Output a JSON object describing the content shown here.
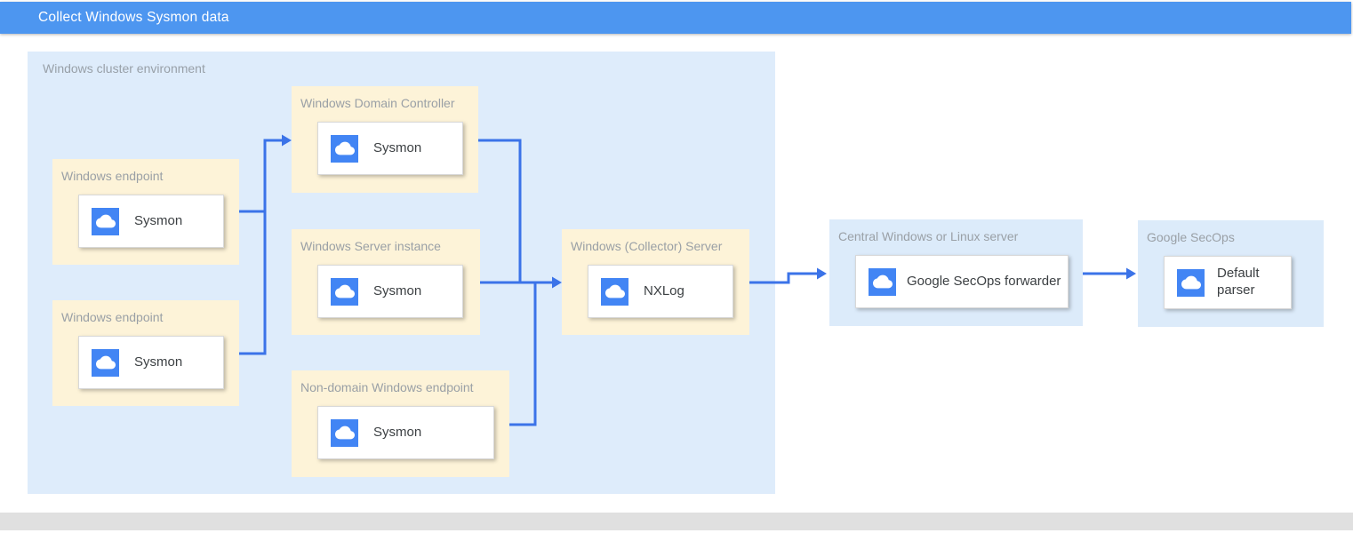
{
  "header": {
    "title": "Collect Windows Sysmon data"
  },
  "cluster": {
    "label": "Windows cluster environment"
  },
  "nodes": {
    "endpoint1": {
      "label": "Windows endpoint",
      "card": "Sysmon"
    },
    "endpoint2": {
      "label": "Windows endpoint",
      "card": "Sysmon"
    },
    "domain_controller": {
      "label": "Windows Domain Controller",
      "card": "Sysmon"
    },
    "server_instance": {
      "label": "Windows Server instance",
      "card": "Sysmon"
    },
    "non_domain_endpoint": {
      "label": "Non-domain Windows endpoint",
      "card": "Sysmon"
    },
    "collector_server": {
      "label": "Windows (Collector) Server",
      "card": "NXLog"
    },
    "central_server": {
      "label": "Central Windows or Linux server",
      "card": "Google SecOps forwarder"
    },
    "google_secops": {
      "label": "Google SecOps",
      "card": "Default parser"
    }
  },
  "edges": [
    {
      "from": "endpoint1",
      "to": "domain_controller"
    },
    {
      "from": "endpoint2",
      "to": "domain_controller"
    },
    {
      "from": "domain_controller",
      "to": "collector_server"
    },
    {
      "from": "server_instance",
      "to": "collector_server"
    },
    {
      "from": "non_domain_endpoint",
      "to": "collector_server"
    },
    {
      "from": "collector_server",
      "to": "central_server"
    },
    {
      "from": "central_server",
      "to": "google_secops"
    }
  ],
  "icons": {
    "card_icon": "cloud-icon"
  },
  "colors": {
    "header_bg": "#4d96f0",
    "header_text": "#ffffff",
    "cluster_bg": "#deecfb",
    "inner_group_bg": "#fdf3d8",
    "outer_group_bg": "#dcebfa",
    "arrow": "#3b73e8",
    "icon_bg": "#4285f4",
    "label_gray": "#9aa0a6",
    "card_text": "#3c4043",
    "footer_bar": "#e0e0e0"
  }
}
